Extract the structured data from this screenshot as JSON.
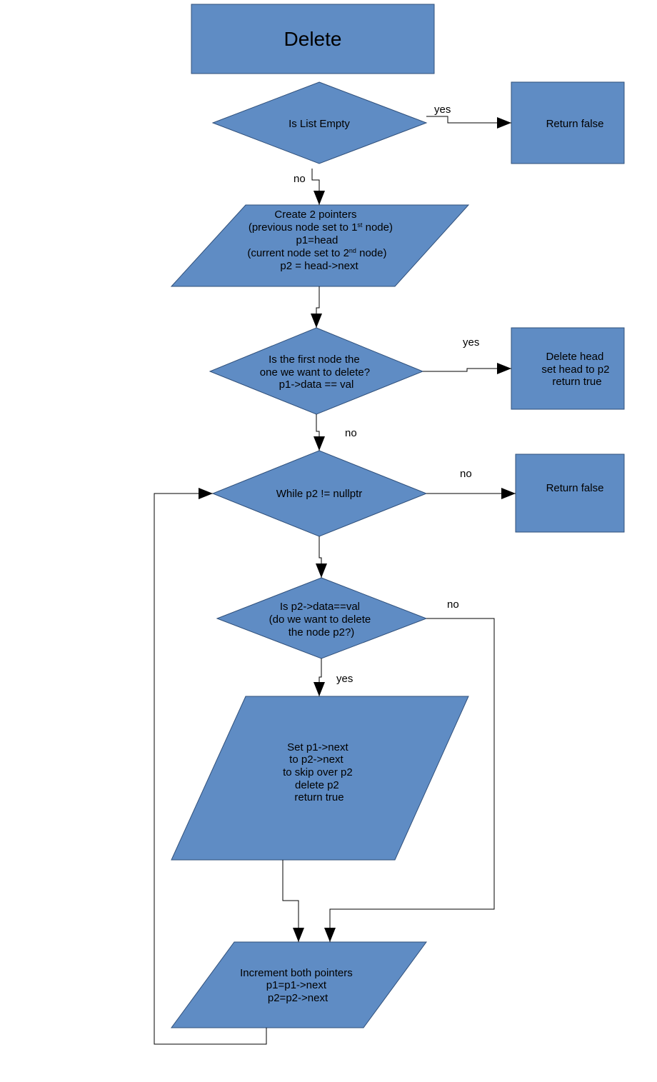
{
  "title": "Delete",
  "nodes": {
    "is_empty": "Is List Empty",
    "return_false_1": "Return false",
    "create_pointers": {
      "l1": "Create 2 pointers",
      "l2_a": "(previous node set to 1",
      "l2_sup": "st",
      "l2_b": " node)",
      "l3": "p1=head",
      "l4_a": "(current node set to 2",
      "l4_sup": "nd",
      "l4_b": " node)",
      "l5": "p2 = head->next"
    },
    "first_node_check": [
      "Is the first node the",
      "one we want to delete?",
      "p1->data == val"
    ],
    "delete_head": [
      "Delete head",
      "set head to p2",
      "return true"
    ],
    "while_loop": "While p2 != nullptr",
    "return_false_2": "Return false",
    "p2_check": [
      "Is p2->data==val",
      "(do we want to delete",
      "the node p2?)"
    ],
    "skip_node": [
      "Set p1->next",
      "to p2->next",
      "to skip over p2",
      "delete p2",
      "return true"
    ],
    "increment": [
      "Increment both pointers",
      "p1=p1->next",
      "p2=p2->next"
    ]
  },
  "edge_labels": {
    "empty_yes": "yes",
    "empty_no": "no",
    "first_yes": "yes",
    "first_no": "no",
    "while_no": "no",
    "p2_no": "no",
    "p2_yes": "yes"
  },
  "colors": {
    "shape_fill": "#5f8cc4",
    "shape_stroke": "#2f4f7a",
    "connector": "#000000"
  }
}
